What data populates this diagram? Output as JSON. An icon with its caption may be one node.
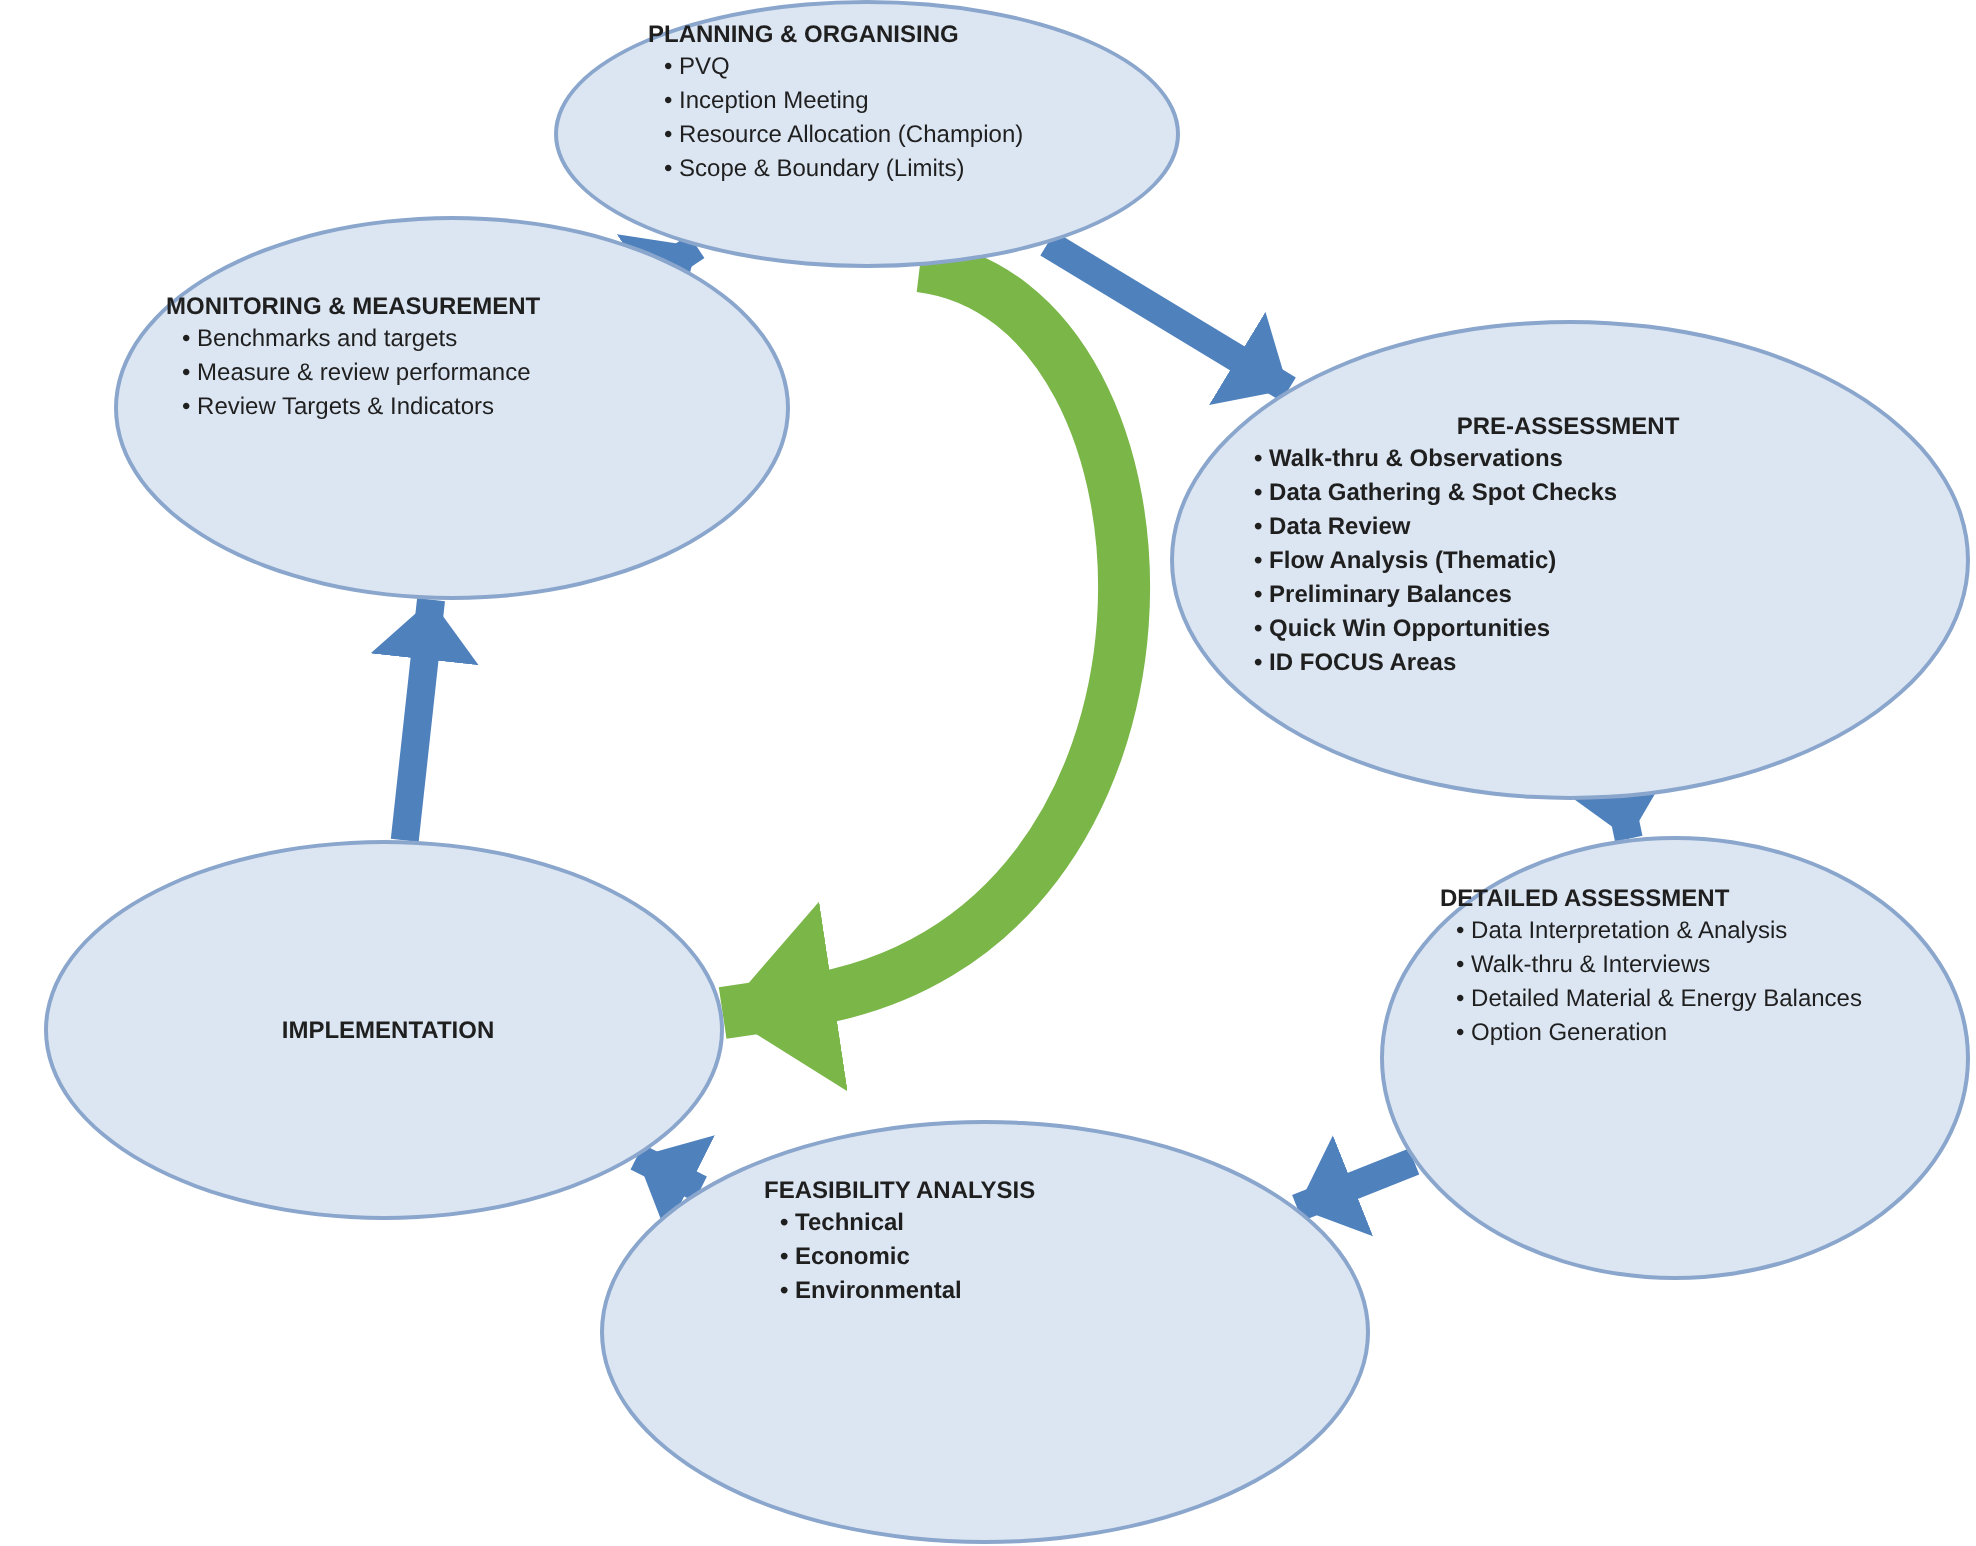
{
  "diagram": {
    "nodes": [
      {
        "text": [
          "PLANNING & ORGANISING",
          "• PVQ",
          "• Inception Meeting",
          "• Resource Allocation (Champion)",
          "• Scope & Boundary (Limits)"
        ]
      },
      {
        "text": [
          "PRE-ASSESSMENT",
          "• Walk-thru & Observations",
          "• Data Gathering & Spot Checks",
          "• Data Review",
          "• Flow Analysis (Thematic)",
          "• Preliminary Balances",
          "• Quick Win Opportunities",
          "• ID FOCUS Areas"
        ]
      },
      {
        "text": [
          "DETAILED ASSESSMENT",
          "• Data Interpretation & Analysis",
          "• Walk-thru & Interviews",
          "• Detailed Material & Energy Balances",
          "• Option Generation"
        ]
      },
      {
        "text": [
          "FEASIBILITY ANALYSIS",
          "• Technical",
          "• Economic",
          "• Environmental"
        ]
      },
      {
        "text": [
          "IMPLEMENTATION"
        ]
      },
      {
        "text": [
          "MONITORING & MEASUREMENT",
          "• Benchmarks and targets",
          "• Measure & review performance",
          "• Review Targets & Indicators"
        ]
      }
    ],
    "edges": [
      {
        "from": 0,
        "to": 1,
        "arrow": "to"
      },
      {
        "from": 1,
        "to": 2,
        "arrow": "to"
      },
      {
        "from": 2,
        "to": 3,
        "arrow": "to"
      },
      {
        "from": 3,
        "to": 4,
        "arrow": "to"
      },
      {
        "from": 4,
        "to": 5,
        "arrow": "to"
      },
      {
        "from": 5,
        "to": 0,
        "arrow": "to"
      },
      {
        "from": 0,
        "to": 4,
        "arrow": "to",
        "style": "thick",
        "color": "#7ab648"
      }
    ]
  }
}
